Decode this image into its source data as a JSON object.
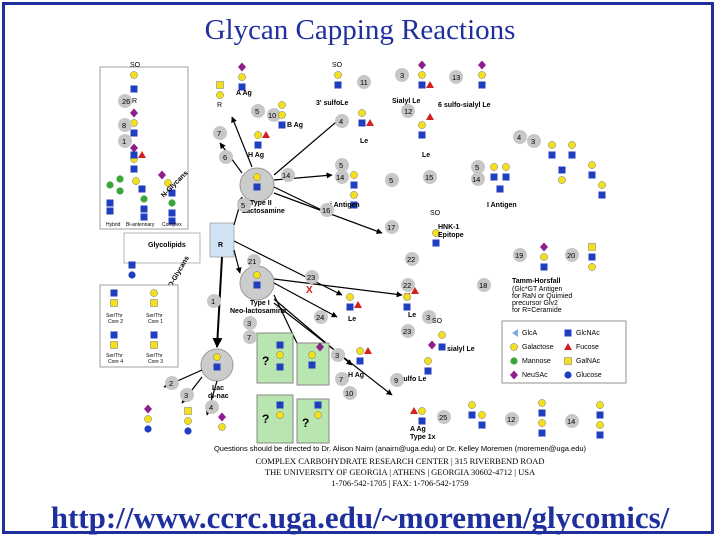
{
  "title": "Glycan Capping Reactions",
  "url": "http://www.ccrc.uga.edu/~moremen/glycomics/",
  "diagram": {
    "nodes": {
      "type2": [
        "Type II",
        "Lactosamine"
      ],
      "type1": [
        "Type I",
        "Neo-lactosamine"
      ],
      "lac": [
        "Lac",
        "di-nac"
      ],
      "n_glycans": "N-Glycans",
      "glycolipids": "Glycolipids",
      "o_glycans": "O-Glycans"
    },
    "labels": {
      "a_ag": "A Ag",
      "b_ag": "B Ag",
      "h_ag": "H Ag",
      "sulfo_lex": "3' sulfoLe",
      "lex": "Le",
      "ley": "Le",
      "sialyl_lex": "Sialyl Le",
      "sulfo_sialyl_lex": "6 sulfo-sialyl Le",
      "i_antigen": "i Antigen",
      "i_antigen_cap": "I Antigen",
      "hnk1": [
        "HNK-1",
        "Epitope"
      ],
      "tamm": [
        "Tamm-Horsfall",
        "(Glc*GT Antigen",
        "for RaN or Quimied",
        "precursor Glv2",
        "for R=Ceramide"
      ],
      "lea": "Le",
      "leb": "Le",
      "sialyl_lea": "sialyl Le",
      "sulfo_lea": "3' sulfo Le",
      "h_ag2": "H Ag",
      "a_ag2": "A Ag",
      "type1x": "Type 1x",
      "core2": [
        "Ser/Thr",
        "Core 2"
      ],
      "core1": [
        "Ser/Thr",
        "Core 1"
      ],
      "core4": [
        "Ser/Thr",
        "Core 4"
      ],
      "core3": [
        "Ser/Thr",
        "Core 3"
      ],
      "hybrid": "Hybrid",
      "bi_antennary": "Bi-antennary",
      "complex": "Complex",
      "sulfo": "SO",
      "r": "R"
    },
    "legend": [
      {
        "name": "GlcA",
        "shape": "triangle-left"
      },
      {
        "name": "GlcNAc",
        "shape": "blue-square"
      },
      {
        "name": "Galactose",
        "shape": "yellow-circle"
      },
      {
        "name": "Fucose",
        "shape": "red-triangle"
      },
      {
        "name": "Mannose",
        "shape": "green-circle"
      },
      {
        "name": "GalNAc",
        "shape": "yellow-square"
      },
      {
        "name": "NeuSAc",
        "shape": "purple-diamond"
      },
      {
        "name": "Glucose",
        "shape": "blue-circle"
      }
    ],
    "step_numbers": [
      "1",
      "2",
      "3",
      "4",
      "5",
      "6",
      "7",
      "8",
      "9",
      "10",
      "11",
      "12",
      "13",
      "14",
      "15",
      "16",
      "17",
      "18",
      "19",
      "20",
      "21",
      "22",
      "23",
      "24",
      "25",
      "26"
    ],
    "blocked": "X"
  },
  "footer": {
    "line1": "Questions should be directed to Dr. Alison Nairn (anairn@uga.edu) or Dr. Kelley Moremen (moremen@uga.edu)",
    "line2": "COMPLEX CARBOHYDRATE RESEARCH CENTER | 315 RIVERBEND ROAD",
    "line3": "THE UNIVERSITY OF GEORGIA | ATHENS | GEORGIA 30602-4712 | USA",
    "line4": "1-706-542-1705 | FAX: 1-706-542-1759"
  },
  "colors": {
    "frame": "#1f2f9e",
    "title": "#1f2f9e",
    "glcnac": "#1f3fbf",
    "galactose": "#f2e11a",
    "fucose": "#d21f1f",
    "mannose": "#3aa63a",
    "neu5ac": "#8b1f8b",
    "hub": "#cccccc",
    "box_green": "#b9e6b0"
  }
}
